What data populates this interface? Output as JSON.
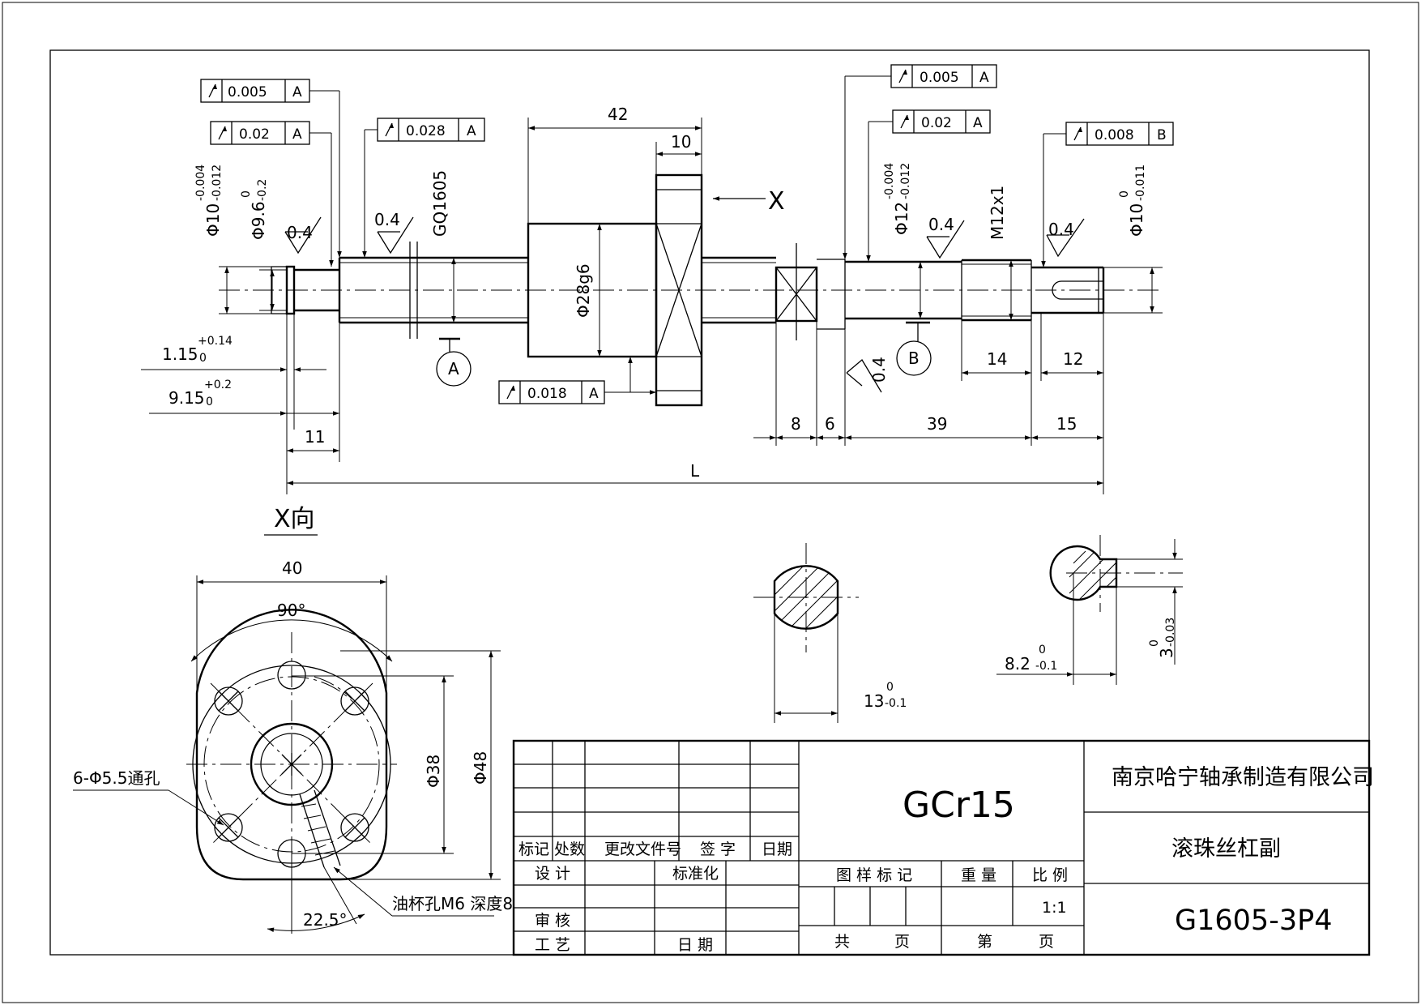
{
  "dims": {
    "d42": "42",
    "d10": "10",
    "x_arrow": "X",
    "d11": "11",
    "d8": "8",
    "d6": "6",
    "d39": "39",
    "d15": "15",
    "d14": "14",
    "d12": "12",
    "L": "L",
    "d40": "40",
    "a90": "90°",
    "a225": "22.5°",
    "phi38": "Φ38",
    "phi48": "Φ48",
    "phi28": "Φ28g6",
    "gq": "GQ1605",
    "m12": "M12x1",
    "holes": "6-Φ5.5通孔",
    "oil": "油杯孔M6 深度8",
    "xview": "X向",
    "datumA": "A",
    "datumB": "B",
    "r04": "0.4"
  },
  "tol": {
    "phi10_main": "Φ10",
    "phi10_up": "-0.004",
    "phi10_lo": "-0.012",
    "phi96_main": "Φ9.6",
    "phi96_up": "0",
    "phi96_lo": "-0.2",
    "phi12_main": "Φ12",
    "phi12_up": "-0.004",
    "phi12_lo": "-0.012",
    "phi10r_main": "Φ10",
    "phi10r_up": "0",
    "phi10r_lo": "-0.011",
    "d115_main": "1.15",
    "d115_up": "+0.14",
    "d115_lo": "0",
    "d915_main": "9.15",
    "d915_up": "+0.2",
    "d915_lo": "0",
    "d13_main": "13",
    "d13_up": "0",
    "d13_lo": "-0.1",
    "d82_main": "8.2",
    "d82_up": "0",
    "d82_lo": "-0.1",
    "d3_main": "3",
    "d3_up": "0",
    "d3_lo": "-0.03"
  },
  "fcf": [
    {
      "val": "0.005",
      "datum": "A"
    },
    {
      "val": "0.02",
      "datum": "A"
    },
    {
      "val": "0.028",
      "datum": "A"
    },
    {
      "val": "0.018",
      "datum": "A"
    },
    {
      "val": "0.005",
      "datum": "A"
    },
    {
      "val": "0.02",
      "datum": "A"
    },
    {
      "val": "0.008",
      "datum": "B"
    }
  ],
  "title_block": {
    "rev_headers": [
      "标记",
      "处数",
      "更改文件号",
      "签 字",
      "日期"
    ],
    "design": "设 计",
    "standard": "标准化",
    "review": "审 核",
    "process": "工 艺",
    "date": "日 期",
    "material": "GCr15",
    "pattern_mark": "图 样 标 记",
    "weight": "重 量",
    "scale": "比 例",
    "scale_value": "1:1",
    "total": "共",
    "page": "页",
    "sheet": "第",
    "page2": "页",
    "company": "南京哈宁轴承制造有限公司",
    "part_name": "滚珠丝杠副",
    "part_number": "G1605-3P4"
  }
}
